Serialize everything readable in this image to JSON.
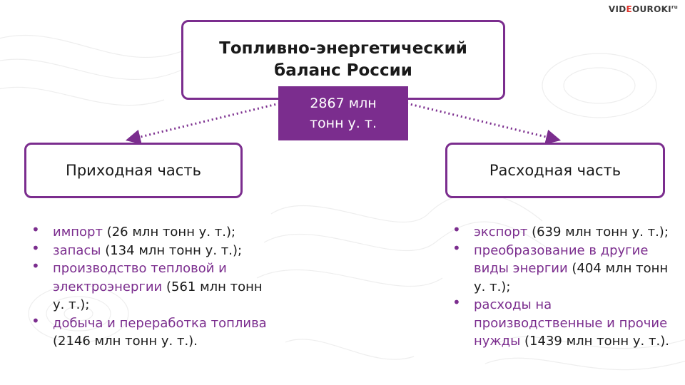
{
  "logo": {
    "part1": "VID",
    "part2": "E",
    "part3": "OUROKI",
    "sup": "ru"
  },
  "title": "Топливно-энергетический\nбаланс России",
  "total": "2867 млн\nтонн у. т.",
  "left": {
    "heading": "Приходная часть",
    "items": [
      {
        "term": "импорт",
        "value": " (26 млн тонн у. т.);"
      },
      {
        "term": "запасы",
        "value": " (134 млн тонн у. т.);"
      },
      {
        "term": "производство тепловой и электроэнергии",
        "value": " (561 млн тонн у. т.);"
      },
      {
        "term": "добыча и переработка топлива",
        "value": " (2146 млн тонн у. т.)."
      }
    ]
  },
  "right": {
    "heading": "Расходная часть",
    "items": [
      {
        "term": "экспорт",
        "value": " (639 млн тонн у. т.);"
      },
      {
        "term": "преобразование в другие виды энергии",
        "value": " (404 млн тонн у. т.);"
      },
      {
        "term": "расходы на производственные и прочие нужды",
        "value": " (1439 млн тонн у. т.)."
      }
    ]
  },
  "colors": {
    "accent": "#7b2d8e",
    "logo_accent": "#e0342b",
    "text": "#1a1a1a"
  },
  "icons": {
    "bullet": "•",
    "arrow": "dotted-arrow"
  }
}
